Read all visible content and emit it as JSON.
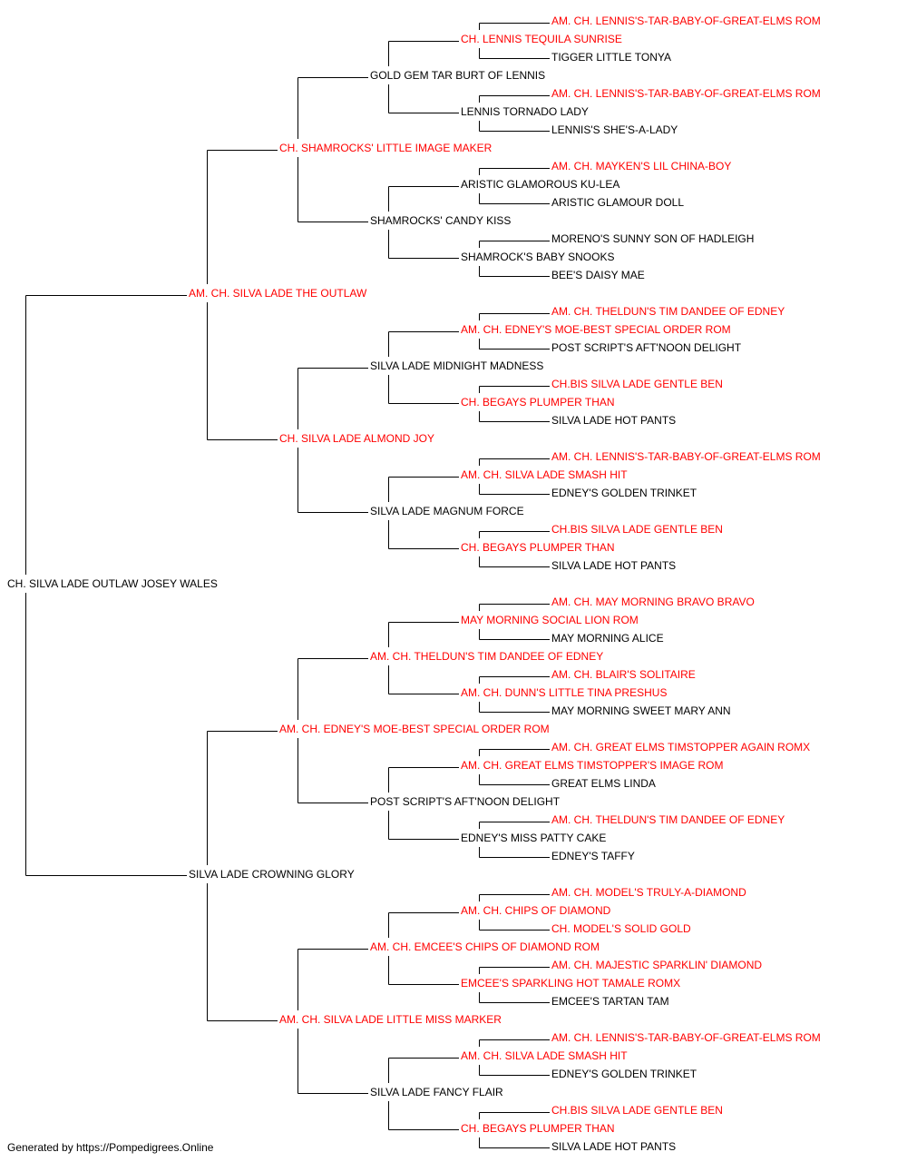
{
  "colors": {
    "champion": "#ff0000",
    "normal": "#000000",
    "line": "#000000"
  },
  "footer": "Generated by https://Pompedigrees.Online",
  "pedigree": {
    "name": "CH. SILVA LADE OUTLAW JOSEY WALES",
    "champion": false,
    "sire": {
      "name": "AM. CH. SILVA LADE THE OUTLAW",
      "champion": true,
      "sire": {
        "name": "CH. SHAMROCKS' LITTLE IMAGE MAKER",
        "champion": true,
        "sire": {
          "name": "GOLD GEM TAR BURT OF LENNIS",
          "champion": false,
          "sire": {
            "name": "CH. LENNIS TEQUILA SUNRISE",
            "champion": true,
            "sire": {
              "name": "AM. CH. LENNIS'S-TAR-BABY-OF-GREAT-ELMS ROM",
              "champion": true
            },
            "dam": {
              "name": "TIGGER LITTLE TONYA",
              "champion": false
            }
          },
          "dam": {
            "name": "LENNIS TORNADO LADY",
            "champion": false,
            "sire": {
              "name": "AM. CH. LENNIS'S-TAR-BABY-OF-GREAT-ELMS ROM",
              "champion": true
            },
            "dam": {
              "name": "LENNIS'S SHE'S-A-LADY",
              "champion": false
            }
          }
        },
        "dam": {
          "name": "SHAMROCKS' CANDY KISS",
          "champion": false,
          "sire": {
            "name": "ARISTIC GLAMOROUS KU-LEA",
            "champion": false,
            "sire": {
              "name": "AM. CH. MAYKEN'S LIL CHINA-BOY",
              "champion": true
            },
            "dam": {
              "name": "ARISTIC GLAMOUR DOLL",
              "champion": false
            }
          },
          "dam": {
            "name": "SHAMROCK'S BABY SNOOKS",
            "champion": false,
            "sire": {
              "name": "MORENO'S SUNNY SON OF HADLEIGH",
              "champion": false
            },
            "dam": {
              "name": "BEE'S DAISY MAE",
              "champion": false
            }
          }
        }
      },
      "dam": {
        "name": "CH. SILVA LADE ALMOND JOY",
        "champion": true,
        "sire": {
          "name": "SILVA LADE MIDNIGHT MADNESS",
          "champion": false,
          "sire": {
            "name": "AM. CH. EDNEY'S MOE-BEST SPECIAL ORDER ROM",
            "champion": true,
            "sire": {
              "name": "AM. CH. THELDUN'S TIM DANDEE OF EDNEY",
              "champion": true
            },
            "dam": {
              "name": "POST SCRIPT'S AFT'NOON DELIGHT",
              "champion": false
            }
          },
          "dam": {
            "name": "CH. BEGAYS PLUMPER THAN",
            "champion": true,
            "sire": {
              "name": "CH.BIS SILVA LADE GENTLE BEN",
              "champion": true
            },
            "dam": {
              "name": "SILVA LADE HOT PANTS",
              "champion": false
            }
          }
        },
        "dam": {
          "name": "SILVA LADE MAGNUM FORCE",
          "champion": false,
          "sire": {
            "name": "AM. CH. SILVA LADE SMASH HIT",
            "champion": true,
            "sire": {
              "name": "AM. CH. LENNIS'S-TAR-BABY-OF-GREAT-ELMS ROM",
              "champion": true
            },
            "dam": {
              "name": "EDNEY'S GOLDEN TRINKET",
              "champion": false
            }
          },
          "dam": {
            "name": "CH. BEGAYS PLUMPER THAN",
            "champion": true,
            "sire": {
              "name": "CH.BIS SILVA LADE GENTLE BEN",
              "champion": true
            },
            "dam": {
              "name": "SILVA LADE HOT PANTS",
              "champion": false
            }
          }
        }
      }
    },
    "dam": {
      "name": "SILVA LADE CROWNING GLORY",
      "champion": false,
      "sire": {
        "name": "AM. CH. EDNEY'S MOE-BEST SPECIAL ORDER ROM",
        "champion": true,
        "sire": {
          "name": "AM. CH. THELDUN'S TIM DANDEE OF EDNEY",
          "champion": true,
          "sire": {
            "name": "MAY MORNING SOCIAL LION ROM",
            "champion": true,
            "sire": {
              "name": "AM. CH. MAY MORNING BRAVO BRAVO",
              "champion": true
            },
            "dam": {
              "name": "MAY MORNING ALICE",
              "champion": false
            }
          },
          "dam": {
            "name": "AM. CH. DUNN'S LITTLE TINA PRESHUS",
            "champion": true,
            "sire": {
              "name": "AM. CH. BLAIR'S SOLITAIRE",
              "champion": true
            },
            "dam": {
              "name": "MAY MORNING SWEET MARY ANN",
              "champion": false
            }
          }
        },
        "dam": {
          "name": "POST SCRIPT'S AFT'NOON DELIGHT",
          "champion": false,
          "sire": {
            "name": "AM. CH. GREAT ELMS TIMSTOPPER'S IMAGE ROM",
            "champion": true,
            "sire": {
              "name": "AM. CH. GREAT ELMS TIMSTOPPER AGAIN ROMX",
              "champion": true
            },
            "dam": {
              "name": "GREAT ELMS LINDA",
              "champion": false
            }
          },
          "dam": {
            "name": "EDNEY'S MISS PATTY CAKE",
            "champion": false,
            "sire": {
              "name": "AM. CH. THELDUN'S TIM DANDEE OF EDNEY",
              "champion": true
            },
            "dam": {
              "name": "EDNEY'S TAFFY",
              "champion": false
            }
          }
        }
      },
      "dam": {
        "name": "AM. CH. SILVA LADE LITTLE MISS MARKER",
        "champion": true,
        "sire": {
          "name": "AM. CH. EMCEE'S CHIPS OF DIAMOND ROM",
          "champion": true,
          "sire": {
            "name": "AM. CH. CHIPS OF DIAMOND",
            "champion": true,
            "sire": {
              "name": "AM. CH. MODEL'S TRULY-A-DIAMOND",
              "champion": true
            },
            "dam": {
              "name": "CH. MODEL'S SOLID GOLD",
              "champion": true
            }
          },
          "dam": {
            "name": "EMCEE'S SPARKLING HOT TAMALE ROMX",
            "champion": true,
            "sire": {
              "name": "AM. CH. MAJESTIC SPARKLIN' DIAMOND",
              "champion": true
            },
            "dam": {
              "name": "EMCEE'S TARTAN TAM",
              "champion": false
            }
          }
        },
        "dam": {
          "name": "SILVA LADE FANCY FLAIR",
          "champion": false,
          "sire": {
            "name": "AM. CH. SILVA LADE SMASH HIT",
            "champion": true,
            "sire": {
              "name": "AM. CH. LENNIS'S-TAR-BABY-OF-GREAT-ELMS ROM",
              "champion": true
            },
            "dam": {
              "name": "EDNEY'S GOLDEN TRINKET",
              "champion": false
            }
          },
          "dam": {
            "name": "CH. BEGAYS PLUMPER THAN",
            "champion": true,
            "sire": {
              "name": "CH.BIS SILVA LADE GENTLE BEN",
              "champion": true
            },
            "dam": {
              "name": "SILVA LADE HOT PANTS",
              "champion": false
            }
          }
        }
      }
    }
  }
}
